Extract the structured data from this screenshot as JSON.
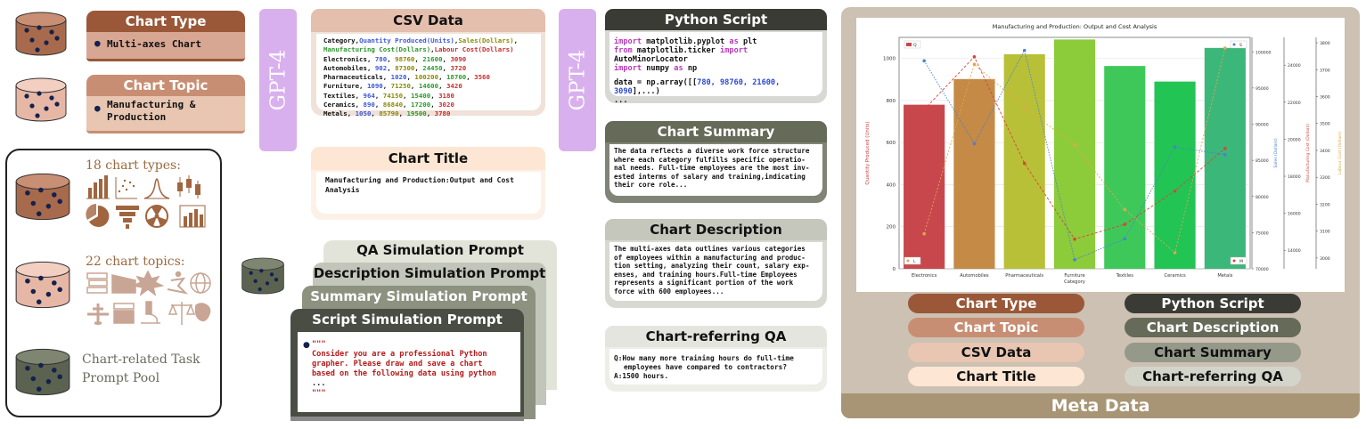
{
  "left": {
    "chart_type": {
      "title": "Chart Type",
      "value": "Multi-axes Chart"
    },
    "chart_topic": {
      "title": "Chart Topic",
      "value": "Manufacturing & Production"
    },
    "types_label": "18 chart types:",
    "topics_label": "22 chart topics:",
    "prompt_pool_label": "Chart-related Task Prompt Pool"
  },
  "gpt_label": "GPT-4",
  "csv": {
    "title": "CSV Data",
    "header": {
      "c1": "Category",
      "c2": "Quantity Produced(Units)",
      "c3": "Sales(Dollars)",
      "c4": "Manufacturing Cost(Dollars)",
      "c5": "Labour Cost(Dollars)"
    },
    "rows": [
      {
        "name": "Electronics",
        "a": "780",
        "b": "98760",
        "c": "21600",
        "d": "3090"
      },
      {
        "name": "Automobiles",
        "a": "902",
        "b": "87300",
        "c": "24450",
        "d": "3720"
      },
      {
        "name": "Pharmaceuticals",
        "a": "1020",
        "b": "100200",
        "c": "18700",
        "d": "3560"
      },
      {
        "name": "Furniture",
        "a": "1090",
        "b": "71250",
        "c": "14600",
        "d": "3420"
      },
      {
        "name": "Textiles",
        "a": "964",
        "b": "74150",
        "c": "15400",
        "d": "3180"
      },
      {
        "name": "Ceramics",
        "a": "890",
        "b": "86840",
        "c": "17200",
        "d": "3020"
      },
      {
        "name": "Metals",
        "a": "1050",
        "b": "85790",
        "c": "19500",
        "d": "3780"
      }
    ]
  },
  "chart_title_card": {
    "title": "Chart Title",
    "text": "Manufacturing and Production:Output and Cost Analysis"
  },
  "prompts": {
    "qa": "QA Simulation Prompt",
    "desc": "Description Simulation Prompt",
    "summary": "Summary Simulation Prompt",
    "script": "Script Simulation Prompt",
    "script_body": {
      "q1": "\"\"\"",
      "l1": "Consider you are a professional Python",
      "l2": "grapher. Please draw and save a chart",
      "l3": "based on the following data using python",
      "l4": "...",
      "q2": "\"\"\""
    }
  },
  "python": {
    "title": "Python Script",
    "kw_import": "import",
    "kw_from": "from",
    "kw_as": "as",
    "mod1": "matplotlib.pyplot",
    "alias1": "plt",
    "mod2": "matplotlib.ticker",
    "obj2": "AutoMinorLocator",
    "mod3": "numpy",
    "alias3": "np",
    "data_prefix": "data = np.array([[",
    "data_vals": "780, 98760, 21600, 3090",
    "data_suffix": "],...)",
    "ellipsis": "..."
  },
  "summary": {
    "title": "Chart Summary",
    "lines": [
      "The data reflects a diverse work force structure",
      "where each category fulfills specific operatio-",
      "nal needs. Full-time employees are the most inv-",
      "ested interms of salary and training,indicating",
      "their core role..."
    ]
  },
  "description": {
    "title": "Chart Description",
    "lines": [
      "The multi-axes data outlines various categories",
      "of employees within a manufacturing and produc-",
      "tion setting, analyzing their count, salary exp-",
      "enses, and training hours.Full-time Employees",
      "represents a significant portion of the work",
      "force with 600 employees..."
    ]
  },
  "qa": {
    "title": "Chart-referring QA",
    "q_label": "Q:",
    "q1": "How many more training hours do full-time",
    "q2": "employees have compared to contractors?",
    "a_label": "A:",
    "a": "1500 hours."
  },
  "meta": {
    "title": "Meta Data",
    "left_pills": [
      "Chart Type",
      "Chart Topic",
      "CSV Data",
      "Chart Title"
    ],
    "right_pills": [
      "Python Script",
      "Chart Description",
      "Chart Summary",
      "Chart-referring QA"
    ]
  },
  "chart_data": {
    "type": "bar",
    "title": "Manufacturing and Production: Output and Cost Analysis",
    "categories": [
      "Electronics",
      "Automobiles",
      "Pharmaceuticals",
      "Furniture",
      "Textiles",
      "Ceramics",
      "Metals"
    ],
    "xlabel": "Category",
    "ylabel": "Quantity Produced (Units)",
    "ylim": [
      0,
      1100
    ],
    "yticks": [
      "0",
      "200",
      "400",
      "600",
      "800",
      "1000"
    ],
    "series": [
      {
        "name": "Q",
        "type": "bar",
        "values": [
          780,
          902,
          1020,
          1090,
          964,
          890,
          1050
        ]
      },
      {
        "name": "S",
        "type": "line",
        "values": [
          98760,
          87300,
          100200,
          71250,
          74150,
          86840,
          85790
        ],
        "ylim": [
          70000,
          102000
        ],
        "ylabel": "Sales (Dollars)",
        "ticks": [
          "70000",
          "75000",
          "80000",
          "85000",
          "90000",
          "95000",
          "100000"
        ]
      },
      {
        "name": "M",
        "type": "line",
        "values": [
          21600,
          24450,
          18700,
          14600,
          15400,
          17200,
          19500
        ],
        "ylim": [
          13000,
          25500
        ],
        "ylabel": "Manufacturing Cost (Dollars)",
        "ticks": [
          "14000",
          "16000",
          "18000",
          "20000",
          "22000",
          "24000"
        ]
      },
      {
        "name": "L",
        "type": "line",
        "values": [
          3090,
          3720,
          3560,
          3420,
          3180,
          3020,
          3780
        ],
        "ylim": [
          2960,
          3820
        ],
        "ylabel": "Labour Cost (Dollars)",
        "ticks": [
          "3000",
          "3100",
          "3200",
          "3300",
          "3400",
          "3500",
          "3600",
          "3700",
          "3800"
        ]
      }
    ],
    "grid": true
  },
  "colors": {
    "brown_dark": "#9a5838",
    "brown_mid": "#c88e73",
    "peach": "#e8c6b2",
    "cream": "#fde7d4",
    "dark": "#3b3b36",
    "olive": "#666a58",
    "grey_green": "#95998a",
    "pale": "#d3d5cb",
    "meta_bg": "#ccc1b2",
    "meta_footer": "#a89575"
  }
}
